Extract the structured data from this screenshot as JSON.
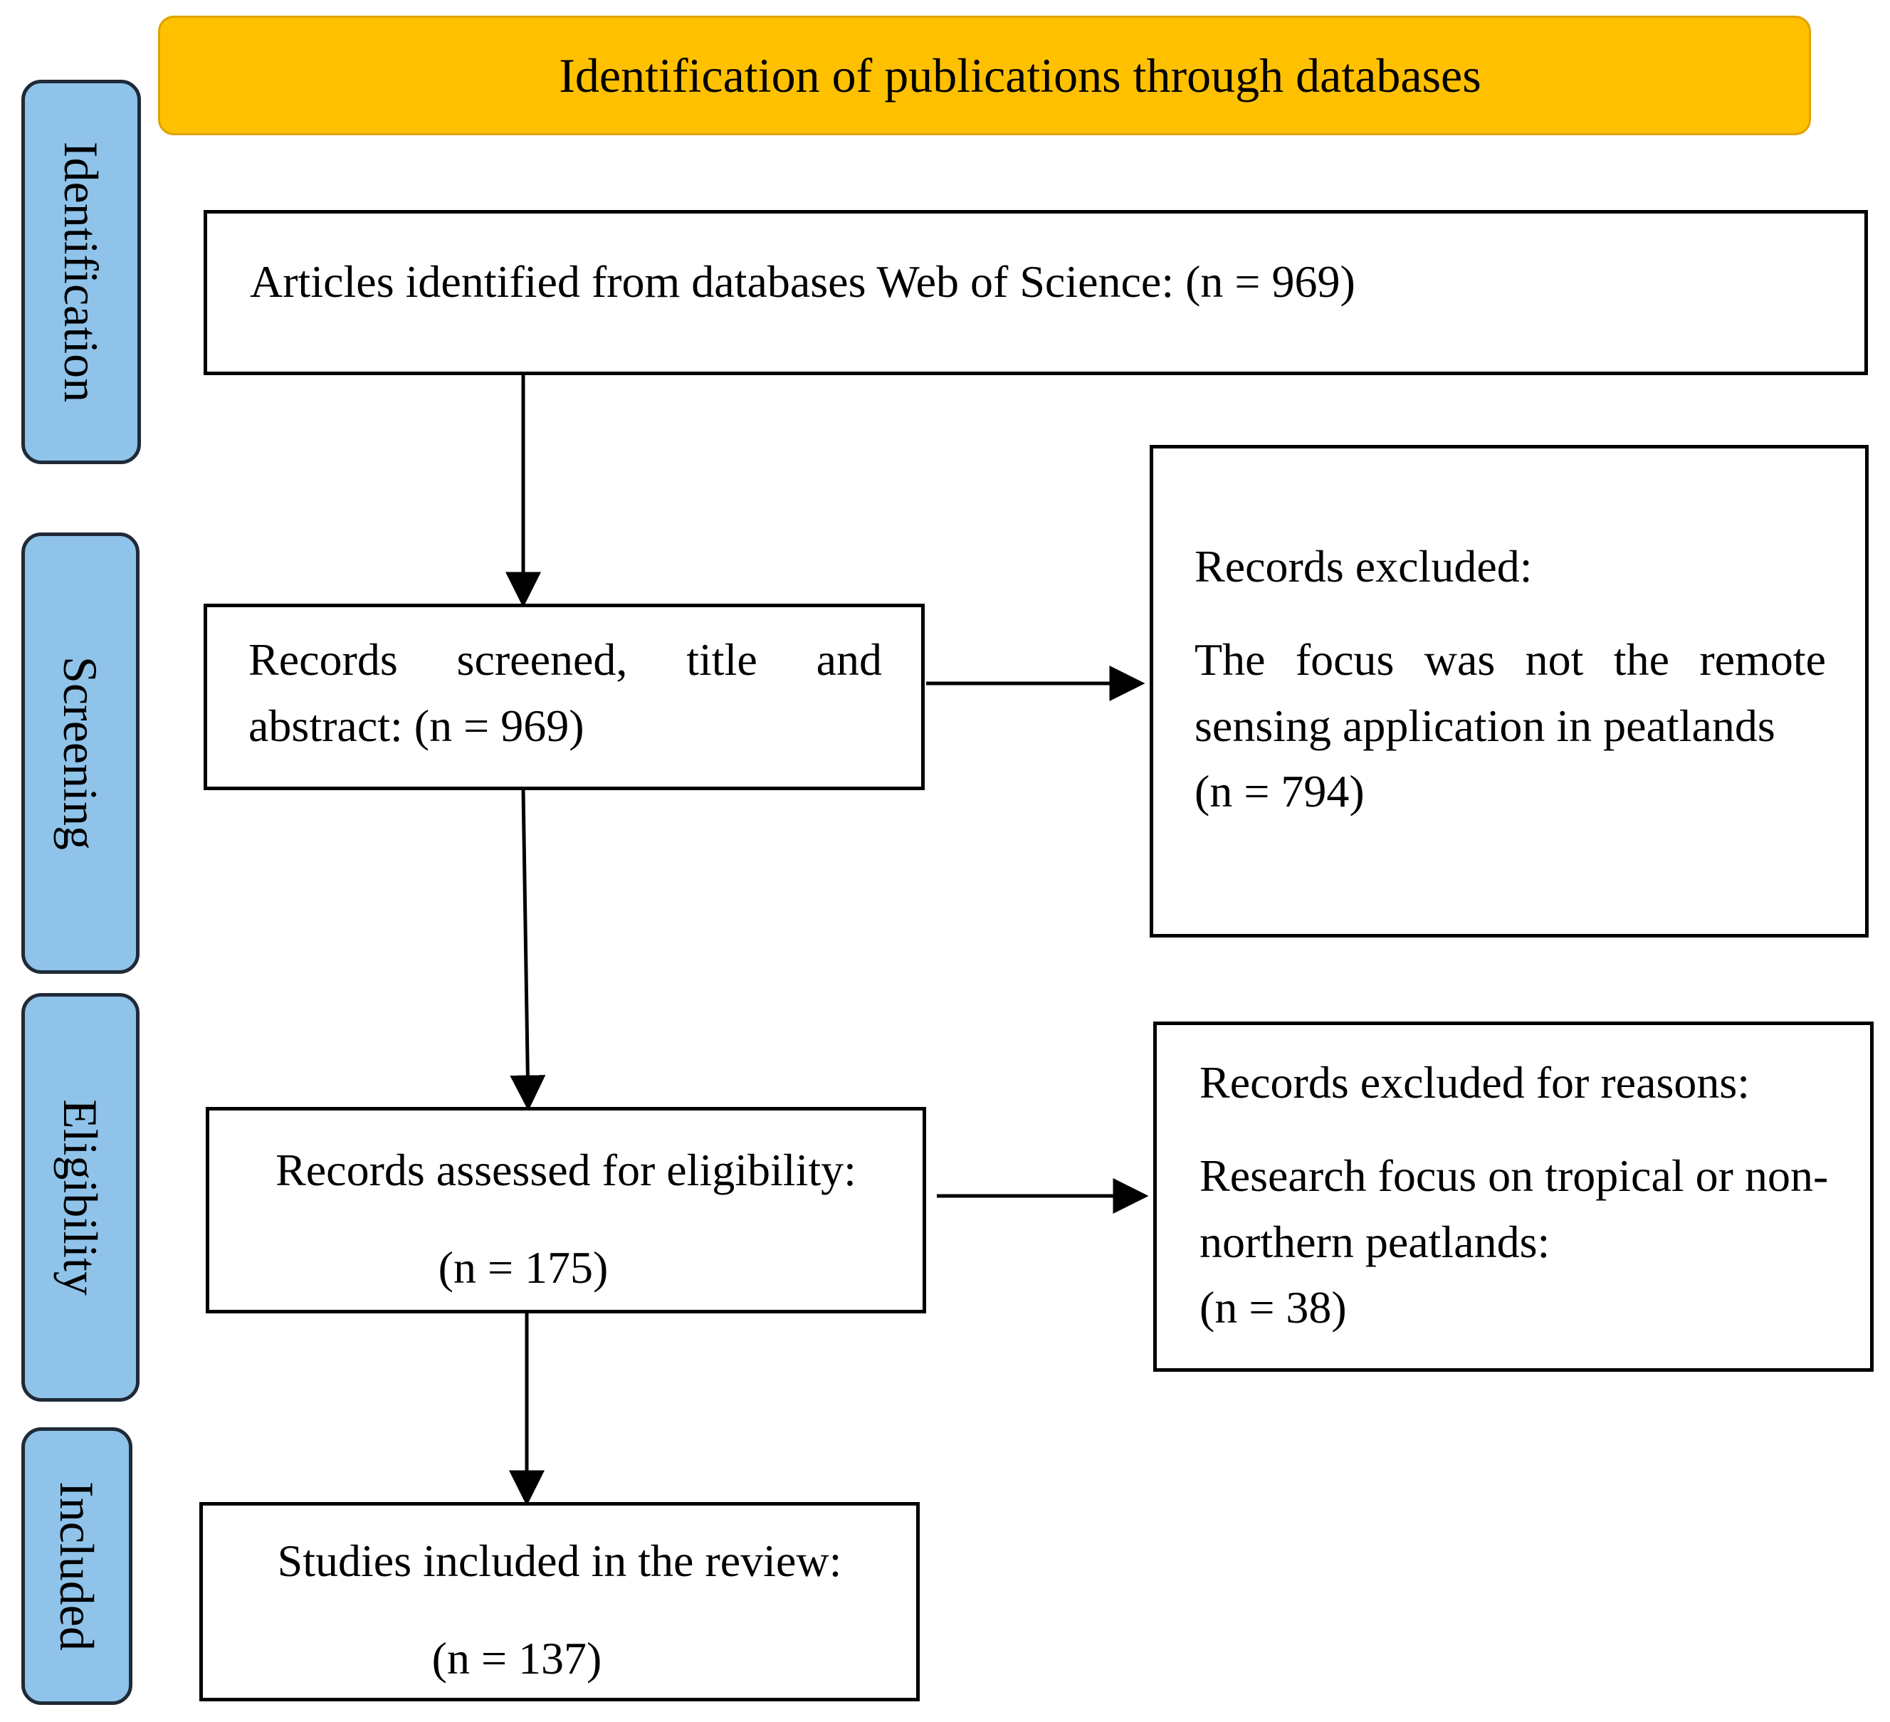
{
  "banner": {
    "title": "Identification of publications through databases",
    "color": "#FFC000"
  },
  "stages": {
    "color": "#8FC3E9",
    "identification": "Identification",
    "screening": "Screening",
    "eligibility": "Eligibility",
    "included": "Included"
  },
  "boxes": {
    "identified": {
      "text": "Articles identified from databases Web of Science: (n = 969)"
    },
    "screened": {
      "text": "Records screened, title and abstract: (n = 969)"
    },
    "excluded_screening": {
      "heading": "Records excluded:",
      "reason": "The focus was not the remote sensing application in peatlands",
      "count": "(n = 794)"
    },
    "assessed": {
      "label": "Records assessed for eligibility:",
      "count": "(n = 175)"
    },
    "excluded_eligibility": {
      "heading": "Records excluded for reasons:",
      "reason": "Research focus on tropical or non-northern peatlands:",
      "count": "(n = 38)"
    },
    "included": {
      "label": "Studies included in the review:",
      "count": "(n = 137)"
    }
  }
}
